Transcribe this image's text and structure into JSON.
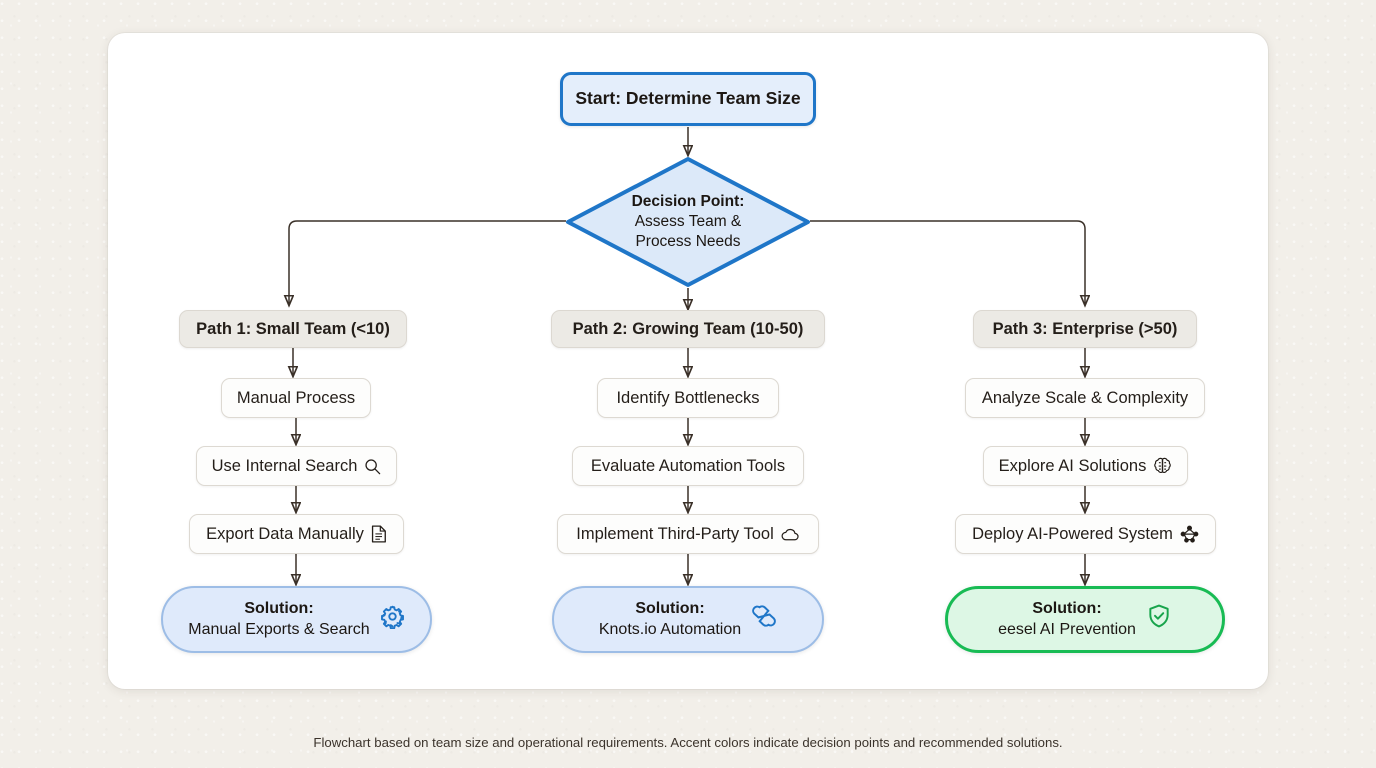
{
  "page": {
    "background_color": "#f2efe9",
    "card_color": "#ffffff",
    "accent_blue": "#1f76c8",
    "accent_green": "#18bb54",
    "caption": "Flowchart based on team size and operational requirements. Accent colors indicate decision points and recommended solutions."
  },
  "flow": {
    "start": {
      "label": "Start: Determine Team Size",
      "shape": "rounded-rectangle",
      "border_color": "#1f76c8",
      "fill_color": "#e4eefb"
    },
    "decision": {
      "line1": "Decision Point:",
      "line2": "Assess Team &",
      "line3": "Process Needs",
      "shape": "diamond",
      "border_color": "#1f76c8",
      "fill_color": "#dce9f9"
    },
    "paths": [
      {
        "header": "Path 1: Small Team (<10)",
        "steps": [
          {
            "label": "Manual Process",
            "icon": ""
          },
          {
            "label": "Use Internal Search",
            "icon": "search-icon"
          },
          {
            "label": "Export Data Manually",
            "icon": "document-icon"
          }
        ],
        "solution": {
          "title": "Solution:",
          "detail": "Manual Exports & Search",
          "icon": "gear-icon",
          "style": "blue"
        }
      },
      {
        "header": "Path 2: Growing Team (10-50)",
        "steps": [
          {
            "label": "Identify Bottlenecks",
            "icon": ""
          },
          {
            "label": "Evaluate Automation Tools",
            "icon": ""
          },
          {
            "label": "Implement Third-Party Tool",
            "icon": "cloud-icon"
          }
        ],
        "solution": {
          "title": "Solution:",
          "detail": "Knots.io Automation",
          "icon": "knot-link-icon",
          "style": "blue"
        }
      },
      {
        "header": "Path 3: Enterprise (>50)",
        "steps": [
          {
            "label": "Analyze Scale & Complexity",
            "icon": ""
          },
          {
            "label": "Explore AI Solutions",
            "icon": "brain-icon"
          },
          {
            "label": "Deploy AI-Powered System",
            "icon": "network-icon"
          }
        ],
        "solution": {
          "title": "Solution:",
          "detail": "eesel AI Prevention",
          "icon": "shield-check-icon",
          "style": "green"
        }
      }
    ]
  }
}
